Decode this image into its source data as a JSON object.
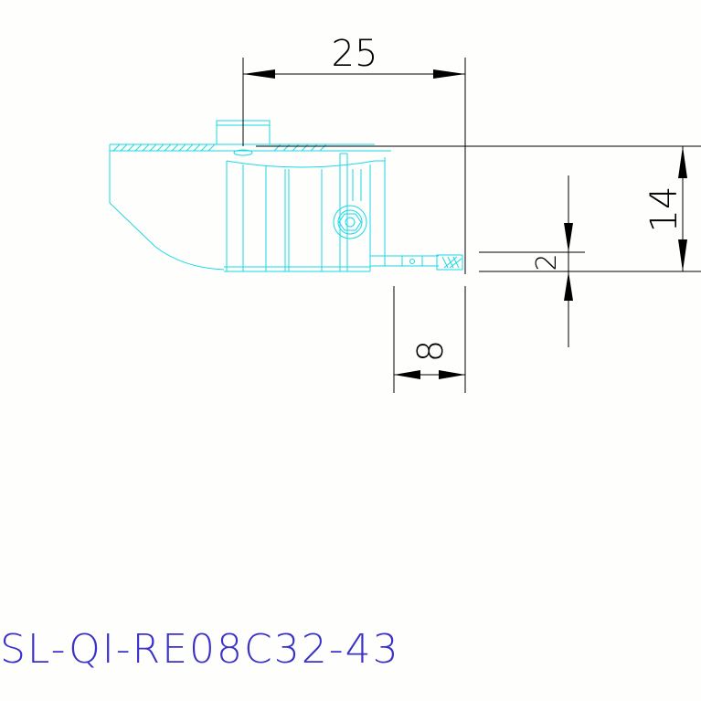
{
  "drawing": {
    "part_number": "SL-QI-RE08C32-43",
    "colors": {
      "part_outline": "#19d8e6",
      "dimension_lines": "#000000",
      "part_number": "#3a32c8",
      "background": "#fefefc"
    },
    "dimensions": {
      "length_top": "25",
      "height_right": "14",
      "offset_small": "2",
      "overhang_bottom": "8"
    }
  }
}
